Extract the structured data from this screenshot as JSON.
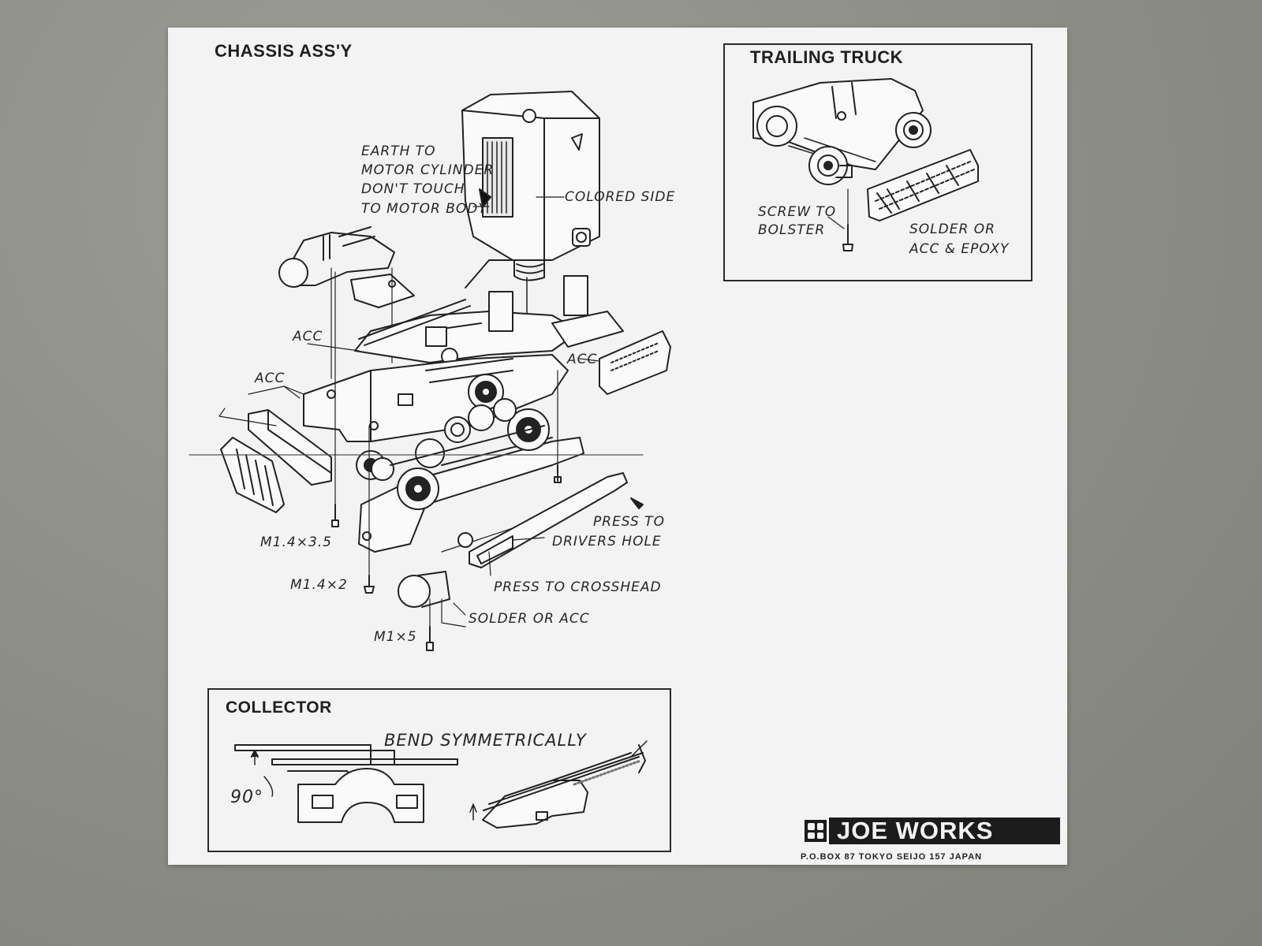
{
  "chassis": {
    "title": "CHASSIS ASS'Y",
    "labels": {
      "earth_1": "EARTH TO",
      "earth_2": "MOTOR CYLINDER",
      "earth_3": "DON'T TOUCH",
      "earth_4": "TO MOTOR BODY",
      "colored_side": "COLORED SIDE",
      "acc_1": "ACC",
      "acc_2": "ACC",
      "acc_3": "ACC",
      "screw_1": "M1.4×3.5",
      "screw_2": "M1.4×2",
      "screw_3": "M1×5",
      "press_drivers_1": "PRESS TO",
      "press_drivers_2": "DRIVERS HOLE",
      "press_crosshead": "PRESS TO CROSSHEAD",
      "solder_acc": "SOLDER OR ACC"
    }
  },
  "trailing_truck": {
    "title": "TRAILING TRUCK",
    "labels": {
      "screw_1": "SCREW TO",
      "screw_2": "BOLSTER",
      "solder_1": "SOLDER OR",
      "solder_2": "ACC & EPOXY"
    }
  },
  "collector": {
    "title": "COLLECTOR",
    "labels": {
      "bend": "BEND SYMMETRICALLY",
      "angle": "90°"
    }
  },
  "brand": {
    "name": "JOE WORKS",
    "address": "P.O.BOX 87 TOKYO SEIJO 157 JAPAN"
  }
}
